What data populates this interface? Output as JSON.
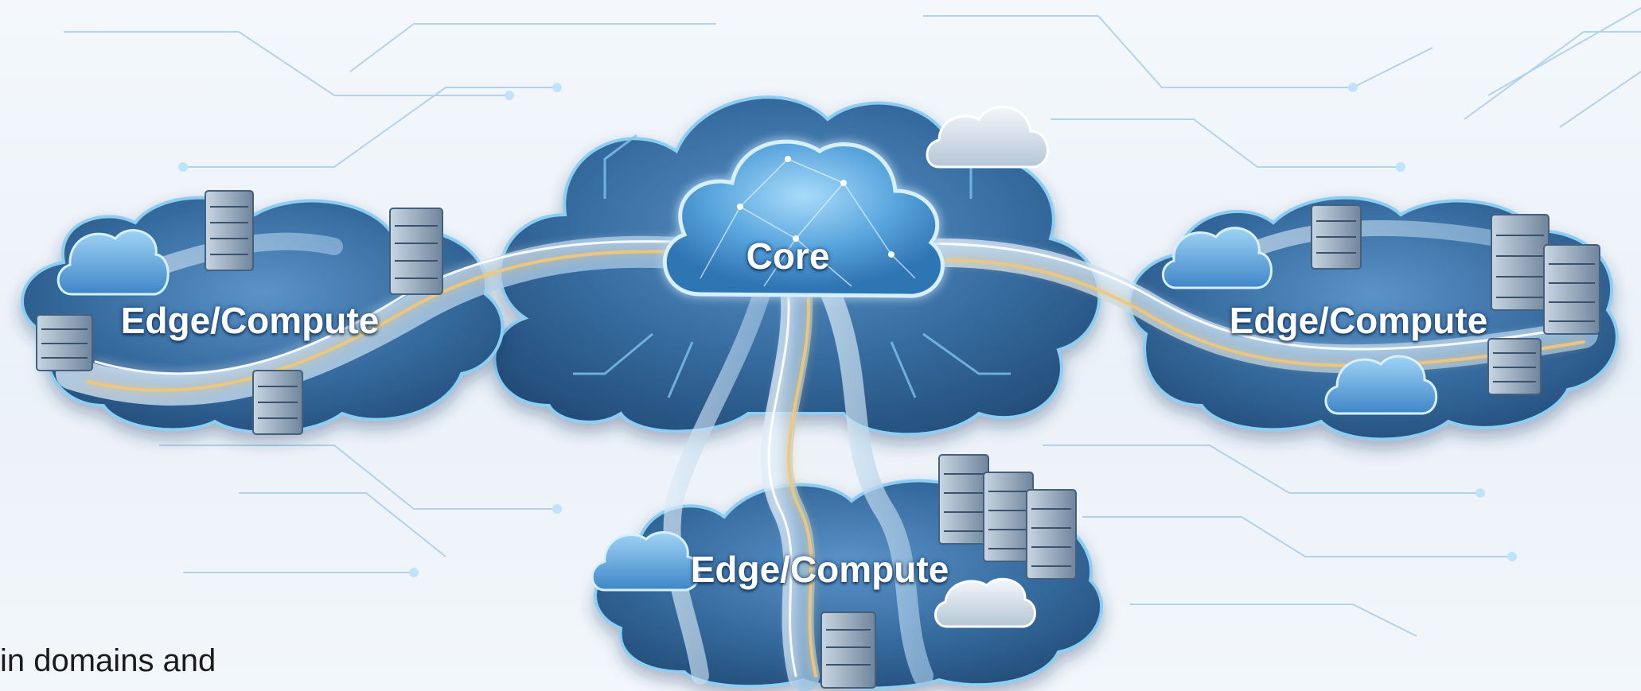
{
  "diagram": {
    "nodes": {
      "core": "Core",
      "left": "Edge/Compute",
      "right": "Edge/Compute",
      "bottom": "Edge/Compute"
    }
  },
  "caption": {
    "line1": "in domains and",
    "line2": ""
  },
  "colors": {
    "background": "#eef4fa",
    "cloud_dark": "#2f5f8e",
    "cloud_mid": "#4f86bd",
    "cloud_glow": "#7fc4f0",
    "road": "#c9dff0",
    "light_trail": "#f2c777",
    "circuit_line": "#9cc7e6"
  }
}
